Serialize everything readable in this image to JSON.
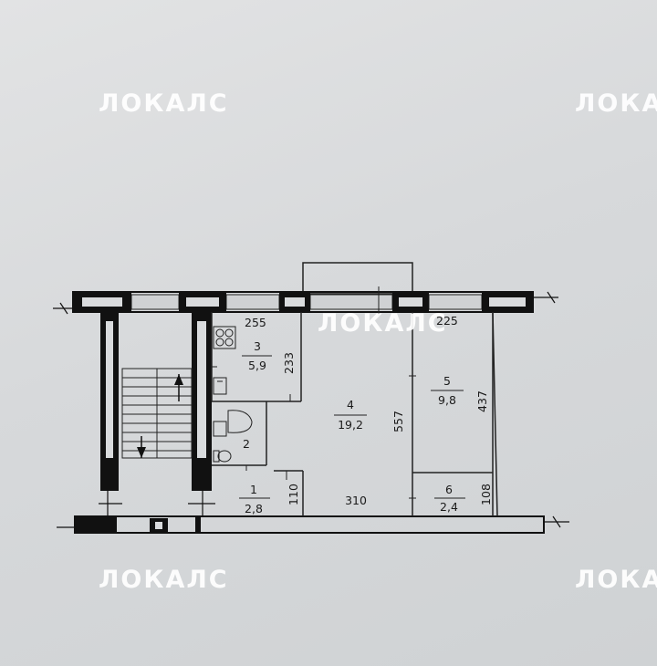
{
  "watermark": "ЛОКАЛС",
  "rooms": [
    {
      "number": "1",
      "area": "2,8"
    },
    {
      "number": "2",
      "area": ""
    },
    {
      "number": "3",
      "area": "5,9"
    },
    {
      "number": "4",
      "area": "19,2"
    },
    {
      "number": "5",
      "area": "9,8"
    },
    {
      "number": "6",
      "area": "2,4"
    }
  ],
  "dimensions": {
    "d255": "255",
    "d225": "225",
    "d233": "233",
    "d557": "557",
    "d437": "437",
    "d310": "310",
    "d110": "110",
    "d108": "108"
  }
}
